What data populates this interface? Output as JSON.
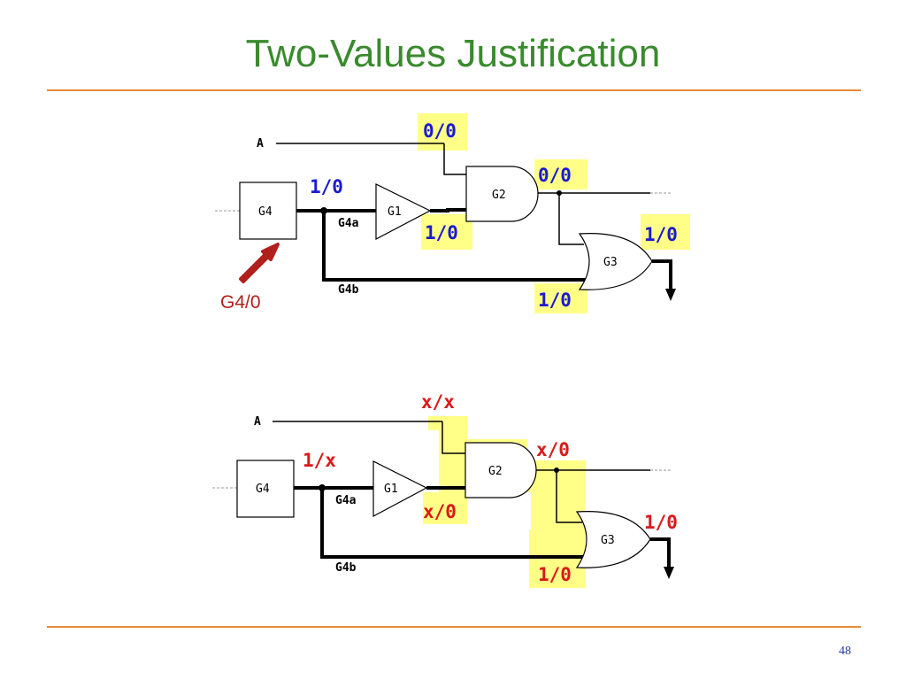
{
  "slide": {
    "title": "Two-Values Justification",
    "page_number": "48"
  },
  "colors": {
    "title": "#3a8a2e",
    "rule": "#e8893a",
    "highlight": "#ffff88",
    "value_blue": "#1a1ad0",
    "value_red": "#d81a1a",
    "fault_arrow": "#b0201c"
  },
  "fault_label": "G4/0",
  "circuit_top": {
    "input_a": "A",
    "gates": {
      "g4": "G4",
      "g1": "G1",
      "g2": "G2",
      "g3": "G3"
    },
    "branches": {
      "g4a": "G4a",
      "g4b": "G4b"
    },
    "values": {
      "a": "0/0",
      "g4": "1/0",
      "g1_out": "1/0",
      "g2_out": "0/0",
      "g3_out": "1/0",
      "g4b": "1/0"
    }
  },
  "circuit_bottom": {
    "input_a": "A",
    "gates": {
      "g4": "G4",
      "g1": "G1",
      "g2": "G2",
      "g3": "G3"
    },
    "branches": {
      "g4a": "G4a",
      "g4b": "G4b"
    },
    "values": {
      "a": "x/x",
      "g4": "1/x",
      "g1_out": "x/0",
      "g2_out": "x/0",
      "g3_out": "1/0",
      "g4b": "1/0"
    }
  }
}
